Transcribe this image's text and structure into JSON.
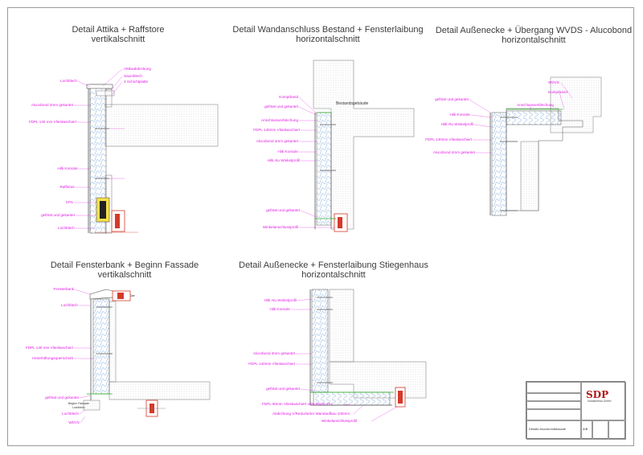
{
  "titles": [
    {
      "line1": "Detail Attika + Raffstore",
      "line2": "vertikalschnitt"
    },
    {
      "line1": "Detail Wandanschluss Bestand + Fensterlaibung",
      "line2": "horizontalschnitt"
    },
    {
      "line1": "Detail Außenecke + Übergang WVDS - Alucobond",
      "line2": "horizontalschnitt"
    },
    {
      "line1": "Detail Fensterbank + Beginn Fassade",
      "line2": "vertikalschnitt"
    },
    {
      "line1": "Detail Außenecke + Fensterlaibung Stiegenhaus",
      "line2": "horizontalschnitt"
    }
  ],
  "labels": {
    "d1": [
      "Attikaabdeckung",
      "Saumblech",
      "3 Schichtplatte",
      "Lochblech",
      "Alucobond 4mm gekantet",
      "FDPL 140 mm Vlieskaschiert",
      "Hilti Konsole",
      "Raffstore",
      "XPS",
      "gefräst und gekantet",
      "Lochblech"
    ],
    "d2": [
      "Komprband",
      "gefräst und gekantet",
      "Bestandsgebäude",
      "Anschlussverblechung",
      "FDPL 140mm Vlieskaschiert",
      "Alucobond 4mm gekantet",
      "Hilti Konsole",
      "Hilti Alu Winkelprofil",
      "gefräst und gekantet",
      "Winkelanschlussprofil"
    ],
    "d3": [
      "WDVS",
      "Komprband",
      "gefräst und gekantet",
      "Anschlussverblechung",
      "Hilti Konsole",
      "Hilti Alu Winkelprofil",
      "FDPL 140mm Vlieskaschiert",
      "Alucobond 4mm gekantet"
    ],
    "d4": [
      "Fensterbank",
      "Lochblech",
      "FDPL 140 mm Vlieskaschiert",
      "Hinterlüftungsquerschnitt",
      "gefräst und gekantet",
      "Lochblech",
      "WDVS",
      "Beginn Fassade",
      "Lochblech"
    ],
    "d5": [
      "Hilti Alu Winkelprofil",
      "Hilti Konsole",
      "Alucobond 4mm gekantet",
      "FDPL 140mm Vlieskaschiert",
      "gefräst und gekantet",
      "FDPL 80mm Vlieskaschiert oder 80mm PU",
      "Abdichtung V/Reduzierter Wandaufbau 100mm",
      "Winkelanschlussprofil"
    ]
  },
  "title_block": {
    "company": "SDP",
    "company_sub": "Industriebau GmbH",
    "drawing_name": "Details Alucobondfassade",
    "scale": "1:5"
  },
  "colors": {
    "label": "#e21ae2",
    "title": "#3c3c3c",
    "line": "#555555",
    "insulation": "#7aa7d8",
    "window": "#d43a2a",
    "accent": "#2ab32a"
  }
}
